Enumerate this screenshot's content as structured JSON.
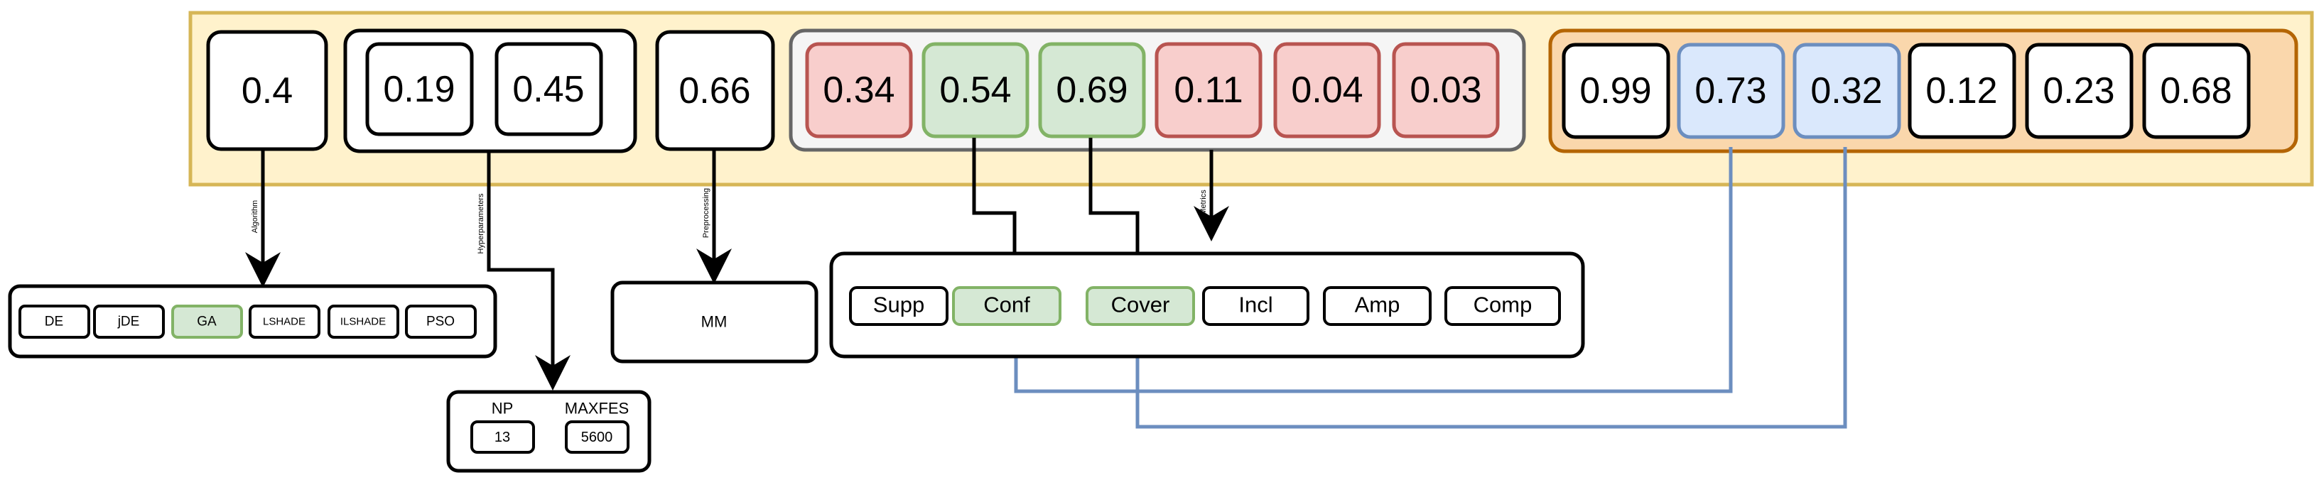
{
  "vector": {
    "algorithm": "0.4",
    "hyperparameters": [
      "0.19",
      "0.45"
    ],
    "preprocessing": "0.66",
    "metrics": [
      {
        "value": "0.34",
        "state": "inactive"
      },
      {
        "value": "0.54",
        "state": "active"
      },
      {
        "value": "0.69",
        "state": "active"
      },
      {
        "value": "0.11",
        "state": "inactive"
      },
      {
        "value": "0.04",
        "state": "inactive"
      },
      {
        "value": "0.03",
        "state": "inactive"
      }
    ],
    "extras": [
      {
        "value": "0.99",
        "state": "plain"
      },
      {
        "value": "0.73",
        "state": "weight"
      },
      {
        "value": "0.32",
        "state": "weight"
      },
      {
        "value": "0.12",
        "state": "plain"
      },
      {
        "value": "0.23",
        "state": "plain"
      },
      {
        "value": "0.68",
        "state": "plain"
      }
    ]
  },
  "connectors": {
    "algorithm": "Algorithm",
    "hyperparameters": "Hyperparameters",
    "preprocessing": "Preprocessing",
    "metrics": "Metrics"
  },
  "algorithms": [
    {
      "label": "DE",
      "selected": false
    },
    {
      "label": "jDE",
      "selected": false
    },
    {
      "label": "GA",
      "selected": true
    },
    {
      "label": "LSHADE",
      "selected": false
    },
    {
      "label": "ILSHADE",
      "selected": false
    },
    {
      "label": "PSO",
      "selected": false
    }
  ],
  "hyperparameters_panel": {
    "np_label": "NP",
    "np_value": "13",
    "maxfes_label": "MAXFES",
    "maxfes_value": "5600"
  },
  "preprocessing_panel": {
    "label": "MM"
  },
  "metrics_panel": [
    {
      "label": "Supp",
      "selected": false
    },
    {
      "label": "Conf",
      "selected": true
    },
    {
      "label": "Cover",
      "selected": true
    },
    {
      "label": "Incl",
      "selected": false
    },
    {
      "label": "Amp",
      "selected": false
    },
    {
      "label": "Comp",
      "selected": false
    }
  ],
  "colors": {
    "outer_fill": "#fff2cc",
    "outer_stroke": "#d6b656",
    "metrics_group_fill": "#f5f5f5",
    "metrics_group_stroke": "#666666",
    "extras_group_fill": "#fad7ac",
    "extras_group_stroke": "#b46504",
    "red_fill": "#f8cecc",
    "red_stroke": "#b85450",
    "green_fill": "#d5e8d4",
    "green_stroke": "#82b366",
    "blue_fill": "#dae8fc",
    "blue_stroke": "#6c8ebf",
    "line_black": "#000000",
    "line_blue": "#6c8ebf"
  }
}
